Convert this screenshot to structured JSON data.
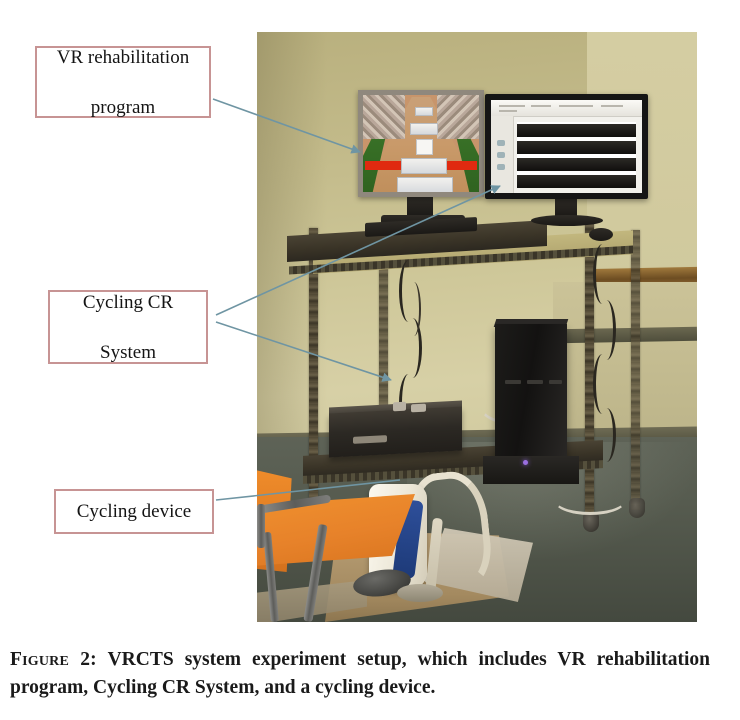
{
  "figure": {
    "caption_label": "Figure 2:",
    "caption_text": "VRCTS system experiment setup, which includes VR rehabilitation program, Cycling CR System, and a cycling device.",
    "border_color": "#c79494",
    "connector_color": "#6f95a3",
    "background_color": "#ffffff"
  },
  "annotations": [
    {
      "id": "vr-rehabilitation-program",
      "line1": "VR rehabilitation",
      "line2": "program",
      "target": "left-monitor-vr-scene"
    },
    {
      "id": "cycling-cr-system",
      "line1": "Cycling CR",
      "line2": "System",
      "target": "right-monitor-and-control-box"
    },
    {
      "id": "cycling-device",
      "line1": "Cycling device",
      "line2": "",
      "target": "pedal-exerciser"
    }
  ],
  "photo": {
    "description": "Laboratory room photograph of the VRCTS experiment setup",
    "scene": {
      "wall_color": "#c8c08e",
      "floor_color": "#555a4e",
      "chair_color": "#e8862a",
      "left_monitor": {
        "name": "vr-scene-monitor",
        "content": "Virtual reality cycling road scene",
        "road_color": "#c9996b",
        "grass_color": "#38701f",
        "marker_bar_color": "#e02a10"
      },
      "right_monitor": {
        "name": "cycling-cr-software-monitor",
        "content": "Cycling CR System software window with four dark signal traces",
        "window_background": "#f2f1ec",
        "trace_color": "#1a1916",
        "trace_count": 4
      },
      "equipment": [
        {
          "name": "wire-rack-cart",
          "color": "#3a3427"
        },
        {
          "name": "control-box",
          "color": "#2c2924"
        },
        {
          "name": "pc-tower",
          "color": "#171614"
        },
        {
          "name": "pedal-exerciser",
          "color": "#f0ead8"
        },
        {
          "name": "floor-mat",
          "color": "#a48a60"
        },
        {
          "name": "orange-chair",
          "color": "#e8862a"
        }
      ]
    }
  }
}
